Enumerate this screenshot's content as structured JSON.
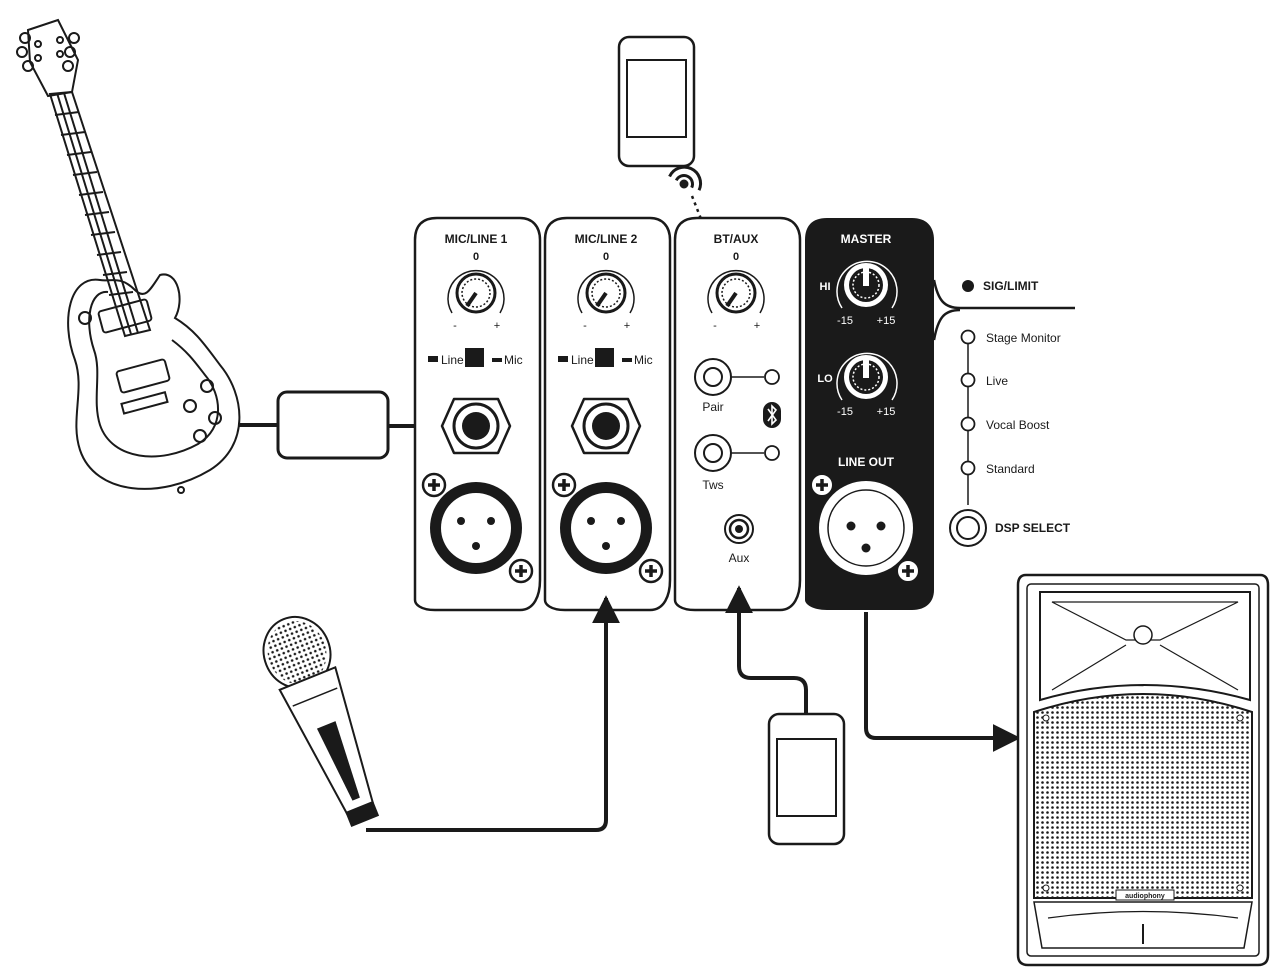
{
  "channels": {
    "ch1": {
      "title": "MIC/LINE 1",
      "gain_zero": "0",
      "minus": "-",
      "plus": "+",
      "switch_line": "Line",
      "switch_mic": "Mic"
    },
    "ch2": {
      "title": "MIC/LINE 2",
      "gain_zero": "0",
      "minus": "-",
      "plus": "+",
      "switch_line": "Line",
      "switch_mic": "Mic"
    },
    "bt": {
      "title": "BT/AUX",
      "gain_zero": "0",
      "minus": "-",
      "plus": "+",
      "pair_label": "Pair",
      "tws_label": "Tws",
      "aux_label": "Aux"
    }
  },
  "master": {
    "title": "MASTER",
    "hi_label": "HI",
    "lo_label": "LO",
    "hi_min": "-15",
    "hi_max": "+15",
    "lo_min": "-15",
    "lo_max": "+15",
    "line_out_label": "LINE OUT"
  },
  "indicators": {
    "sig_limit": "SIG/LIMIT",
    "dsp_modes": [
      "Stage Monitor",
      "Live",
      "Vocal Boost",
      "Standard"
    ],
    "dsp_select": "DSP SELECT"
  },
  "speaker": {
    "brand": "audiophony"
  },
  "colors": {
    "ink": "#1a1a1a",
    "master_panel": "#1a1a1a",
    "paper": "#ffffff"
  },
  "icons": [
    "guitar-icon",
    "microphone-icon",
    "phone-icon",
    "bluetooth-icon",
    "speaker-icon",
    "wireless-signal-icon"
  ]
}
